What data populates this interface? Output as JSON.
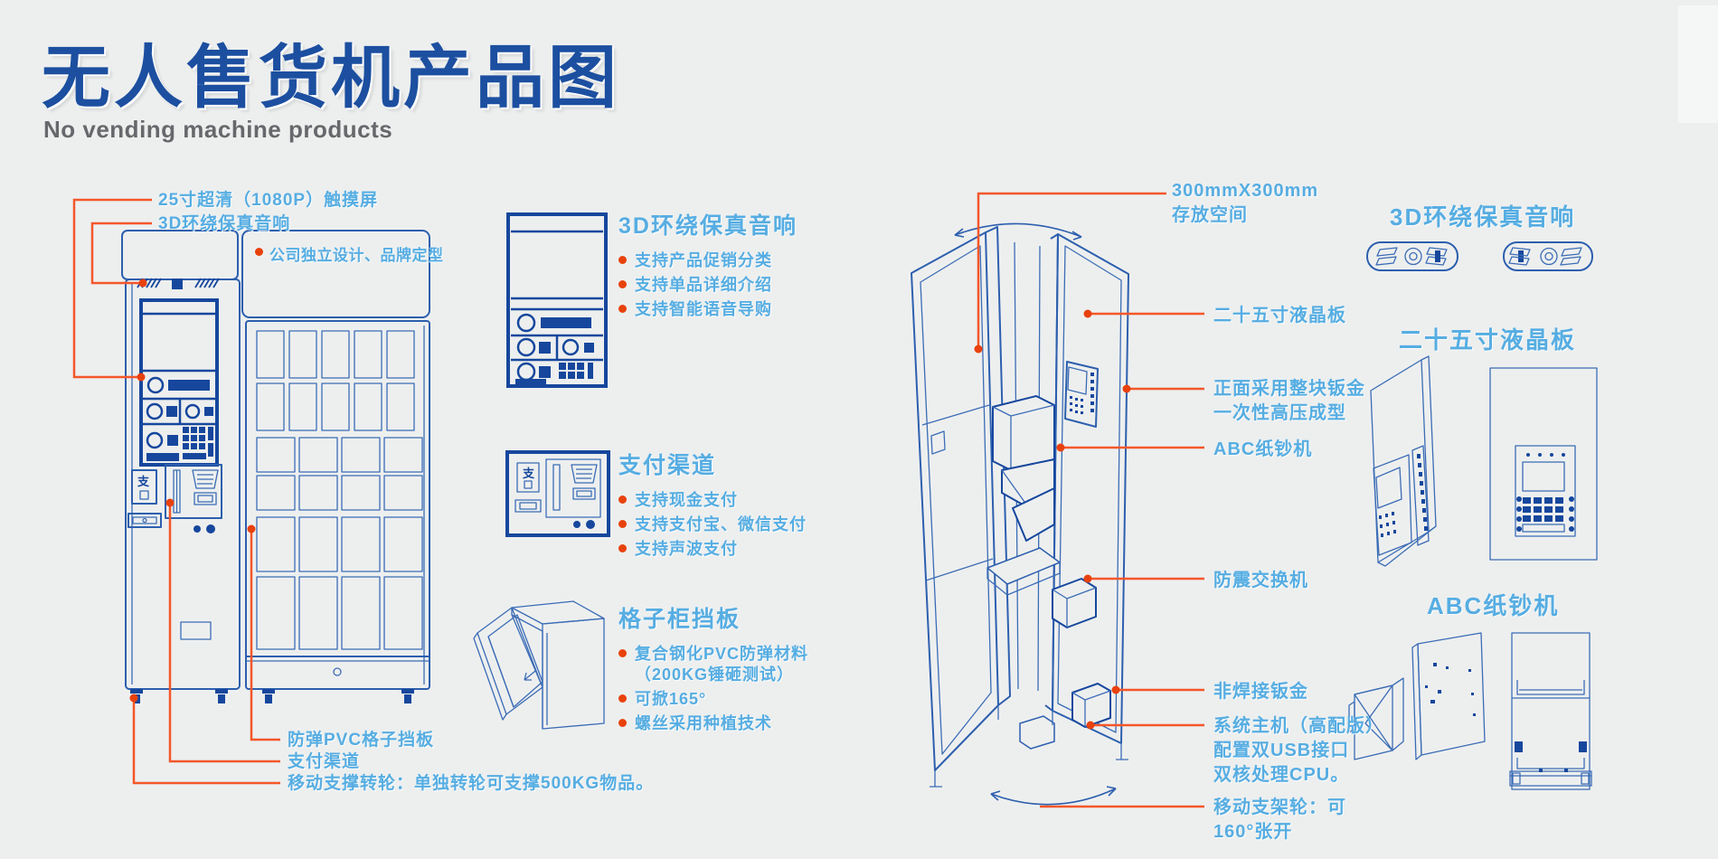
{
  "header": {
    "title": "无人售货机产品图",
    "subtitle": "No vending machine products"
  },
  "colors": {
    "background": "#edefef",
    "title_blue": "#1c4fa0",
    "subtitle_gray": "#66686b",
    "callout_blue": "#56ade2",
    "leader_orange": "#f4572a",
    "marker_red": "#e8410e",
    "drawing_blue": "#2d5fae",
    "panel_blue": "#16479d"
  },
  "front_machine": {
    "callouts_top": [
      "25寸超清（1080P）触摸屏",
      "3D环绕保真音响"
    ],
    "header_note": "公司独立设计、品牌定型",
    "pay_glyph": "支",
    "callouts_bottom": [
      "防弹PVC格子挡板",
      "支付渠道",
      "移动支撑转轮：单独转轮可支撑500KG物品。"
    ]
  },
  "feature_sections": [
    {
      "title": "3D环绕保真音响",
      "bullets": [
        "支持产品促销分类",
        "支持单品详细介绍",
        "支持智能语音导购"
      ]
    },
    {
      "title": "支付渠道",
      "bullets": [
        "支持现金支付",
        "支持支付宝、微信支付",
        "支持声波支付"
      ]
    },
    {
      "title": "格子柜挡板",
      "bullets": [
        "复合钢化PVC防弹材料\n（200KG锤砸测试）",
        "可掀165°",
        "螺丝采用种植技术"
      ]
    }
  ],
  "open_machine": {
    "callout_left": "300mmX300mm\n存放空间",
    "callouts_right": [
      "二十五寸液晶板",
      "正面采用整块钣金\n一次性高压成型",
      "ABC纸钞机",
      "防震交换机",
      "非焊接钣金",
      "系统主机（高配版）\n配置双USB接口\n双核处理CPU。",
      "移动支架轮：可\n160°张开"
    ]
  },
  "right_panels": [
    {
      "title": "3D环绕保真音响"
    },
    {
      "title": "二十五寸液晶板"
    },
    {
      "title": "ABC纸钞机"
    }
  ]
}
